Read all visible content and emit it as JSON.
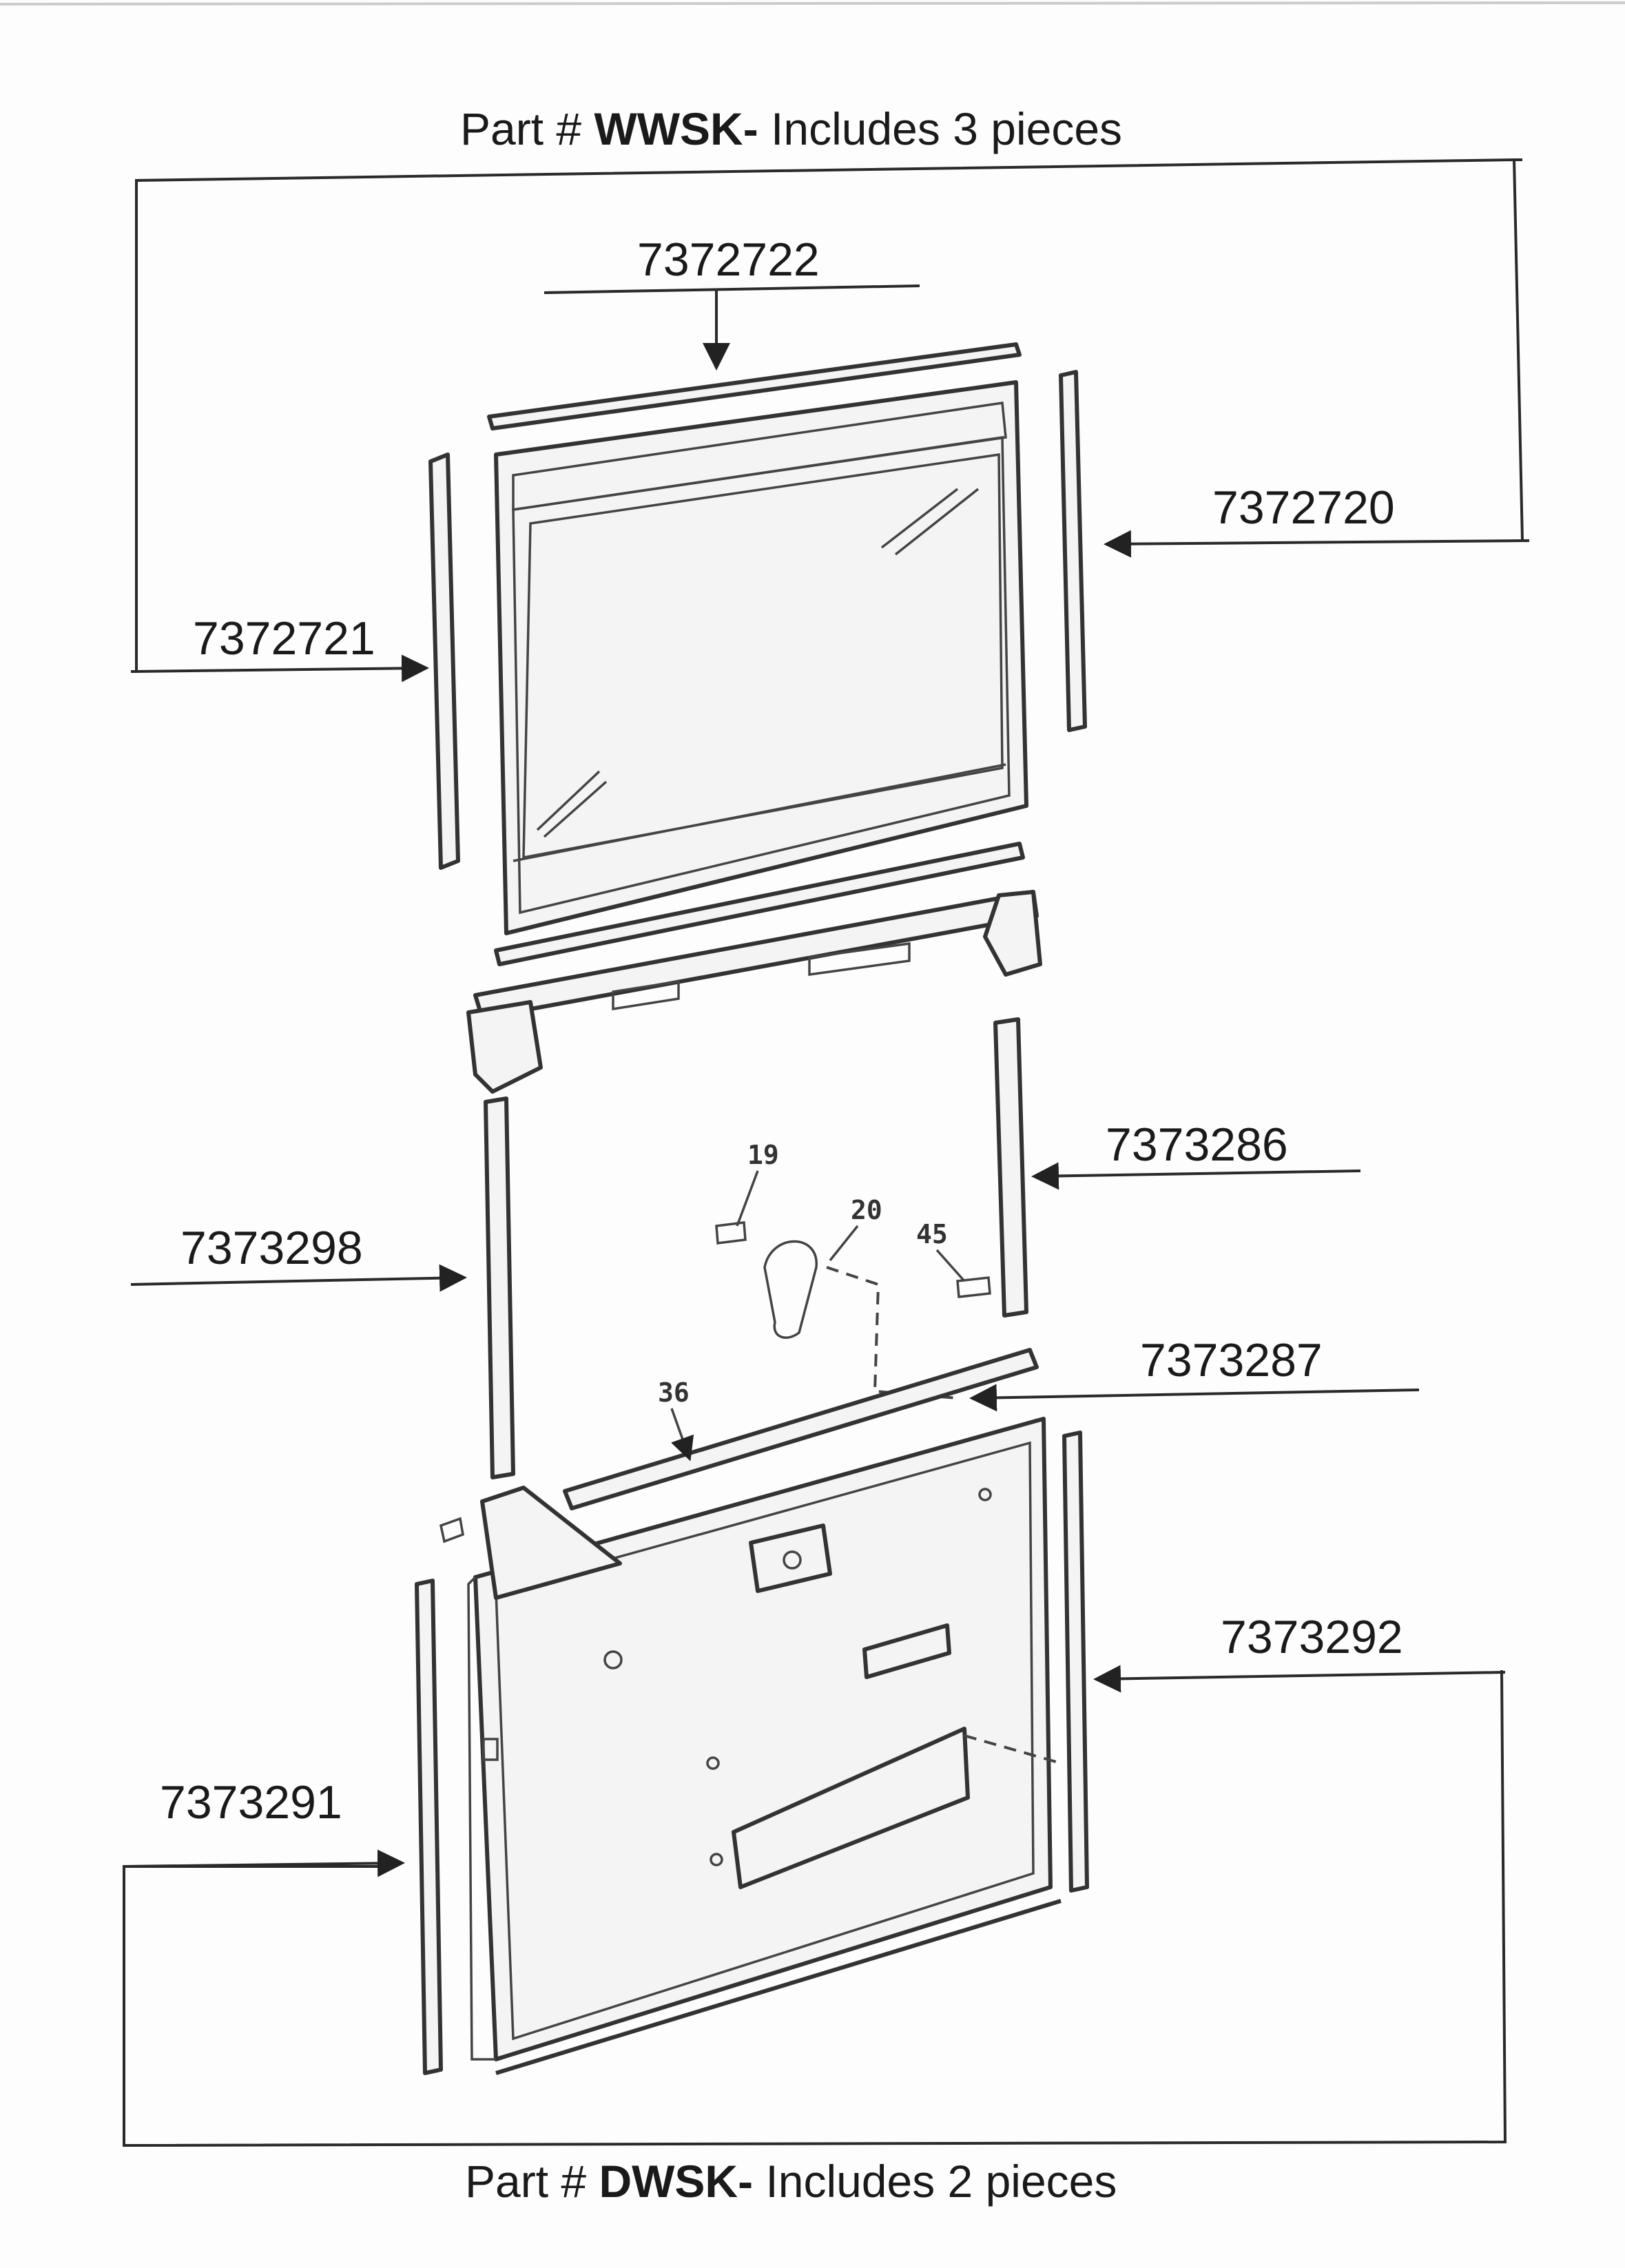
{
  "headers": {
    "top": {
      "prefix": "Part # ",
      "code": "WWSK-",
      "suffix": " Includes 3 pieces"
    },
    "bottom": {
      "prefix": "Part # ",
      "code": "DWSK-",
      "suffix": " Includes 2 pieces"
    }
  },
  "part_labels": {
    "top_gasket": "7372722",
    "right_window_gasket": "7372720",
    "left_window_gasket": "7372721",
    "right_door_seal": "7373286",
    "left_door_seal": "7373298",
    "bottom_door_seal": "7373287",
    "right_outer_seal": "7373292",
    "left_outer_seal": "7373291"
  },
  "callouts": {
    "c19": "19",
    "c20": "20",
    "c45": "45",
    "c36": "36"
  }
}
